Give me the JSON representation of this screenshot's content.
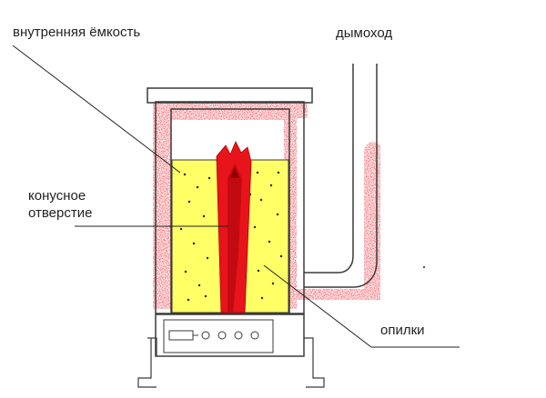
{
  "labels": {
    "inner_container": "внутренняя ёмкость",
    "chimney": "дымоход",
    "cone_hole_line1": "конусное",
    "cone_hole_line2": "отверстие",
    "sawdust": "опилки"
  },
  "colors": {
    "flame": "#e8141b",
    "flame_dark": "#c20b10",
    "sawdust": "#ffff66",
    "outline": "#3a3a3a",
    "background": "#ffffff"
  },
  "door": {
    "vent_holes": 4
  }
}
